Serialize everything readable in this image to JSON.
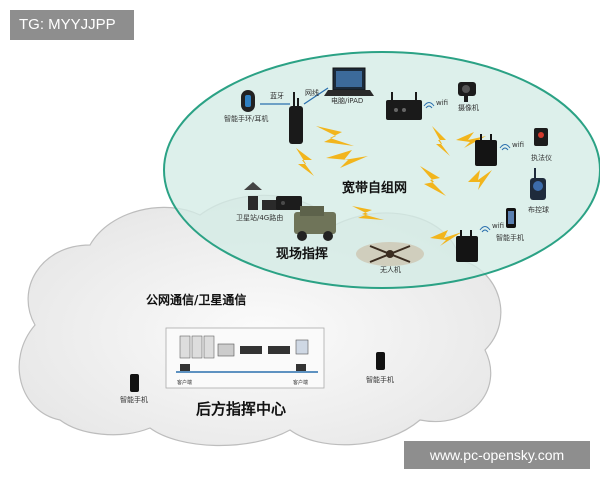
{
  "watermark_top": "TG: MYYJJPP",
  "watermark_bottom": "www.pc-opensky.com",
  "network": {
    "ellipse_title": "宽带自组网",
    "field_command": "现场指挥",
    "cloud_title": "公网通信/卫星通信",
    "rear_command": "后方指挥中心"
  },
  "devices": {
    "smart_band": "智能手环/耳机",
    "bluetooth": "蓝牙",
    "cable": "网线",
    "computer": "电脑/iPAD",
    "wifi": "wifi",
    "camera": "摄像机",
    "recorder": "执法仪",
    "surveillance": "布控球",
    "phone": "智能手机",
    "satellite": "卫星站/4G路由",
    "drone": "无人机",
    "client": "客户端"
  },
  "colors": {
    "ellipse_fill": "#d4ece6",
    "ellipse_stroke": "#2ba285",
    "lightning": "#f2b51c",
    "cloud_fill": "#efefef"
  }
}
